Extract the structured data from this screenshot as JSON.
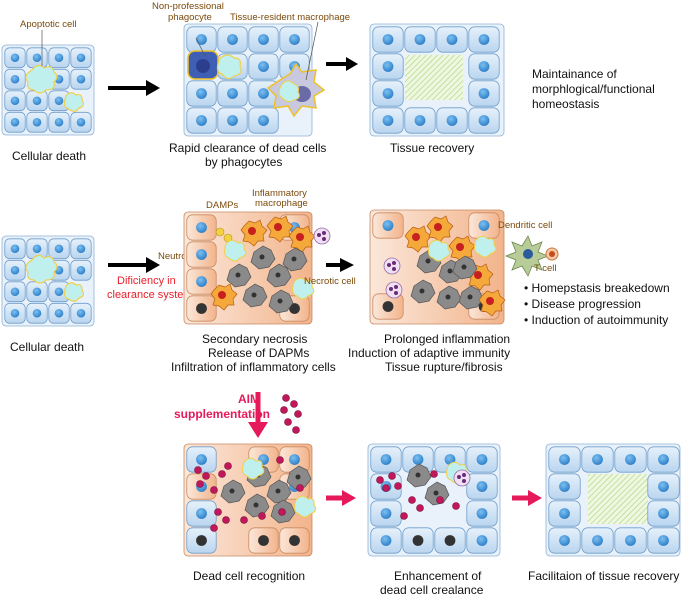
{
  "row1": {
    "label_apoptotic": "Apoptotic cell",
    "caption_death": "Cellular death",
    "label_nonprof_l1": "Non-professional",
    "label_nonprof_l2": "phagocyte",
    "label_resident": "Tissue-resident macrophage",
    "caption_clear_l1": "Rapid clearance of dead cells",
    "caption_clear_l2": "by phagocytes",
    "caption_recovery": "Tissue recovery",
    "outcome_l1": "Maintainance of",
    "outcome_l2": "morphlogical/functional",
    "outcome_l3": "homeostasis"
  },
  "row2": {
    "caption_death": "Cellular death",
    "label_neutrophil": "Neutrophil",
    "red_l1": "Dificiency in",
    "red_l2": "clearance system",
    "label_damps": "DAMPs",
    "label_inflam_l1": "Inflammatory",
    "label_inflam_l2": "macrophage",
    "label_necrotic": "Necrotic cell",
    "caption_mid_l1": "Secondary necrosis",
    "caption_mid_l2": "Release of DAPMs",
    "caption_mid_l3": "Infiltration of inflammatory cells",
    "label_dendritic": "Dendritic cell",
    "label_tcell": "T cell",
    "caption_right_l1": "Prolonged inflammation",
    "caption_right_l2": "Induction of adaptive immunity",
    "caption_right_l3": "Tissue rupture/fibrosis",
    "bullets": [
      "Homepstasis breakedown",
      "Disease progression",
      "Induction of autoimmunity"
    ]
  },
  "aim": {
    "l1": "AIM",
    "l2": "supplementation"
  },
  "row3": {
    "caption_recognition": "Dead cell recognition",
    "caption_enh_l1": "Enhancement of",
    "caption_enh_l2": "dead cell crealance",
    "caption_fac": "Facilitaion of tissue recovery"
  },
  "colors": {
    "cell_fill": "#cfe3f5",
    "cell_stroke": "#5b8fc4",
    "nucleus": "#3d8fd6",
    "inflamed": "#f6c7a7",
    "arrow_black": "#000000",
    "arrow_pink": "#e6195a",
    "aim_particle": "#c2185b"
  }
}
